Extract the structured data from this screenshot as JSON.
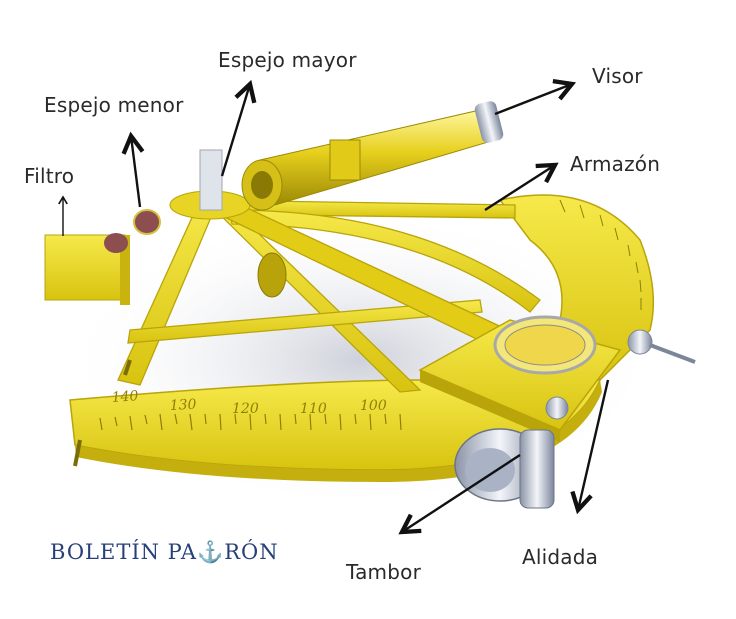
{
  "labels": {
    "espejo_mayor": "Espejo mayor",
    "espejo_menor": "Espejo menor",
    "filtro": "Filtro",
    "visor": "Visor",
    "armazon": "Armazón",
    "alidada": "Alidada",
    "tambor": "Tambor"
  },
  "scale_numbers": [
    "140",
    "130",
    "120",
    "110",
    "100"
  ],
  "brand": {
    "text_before": "BOLETÍN PA",
    "anchor_glyph": "⚓",
    "text_after": "RÓN"
  },
  "colors": {
    "brass": "#e8d21a",
    "brass_dark": "#b9a40a",
    "brand": "#27407a",
    "arrow": "#111111"
  },
  "icons": [
    "sextant-illustration",
    "anchor-icon"
  ]
}
